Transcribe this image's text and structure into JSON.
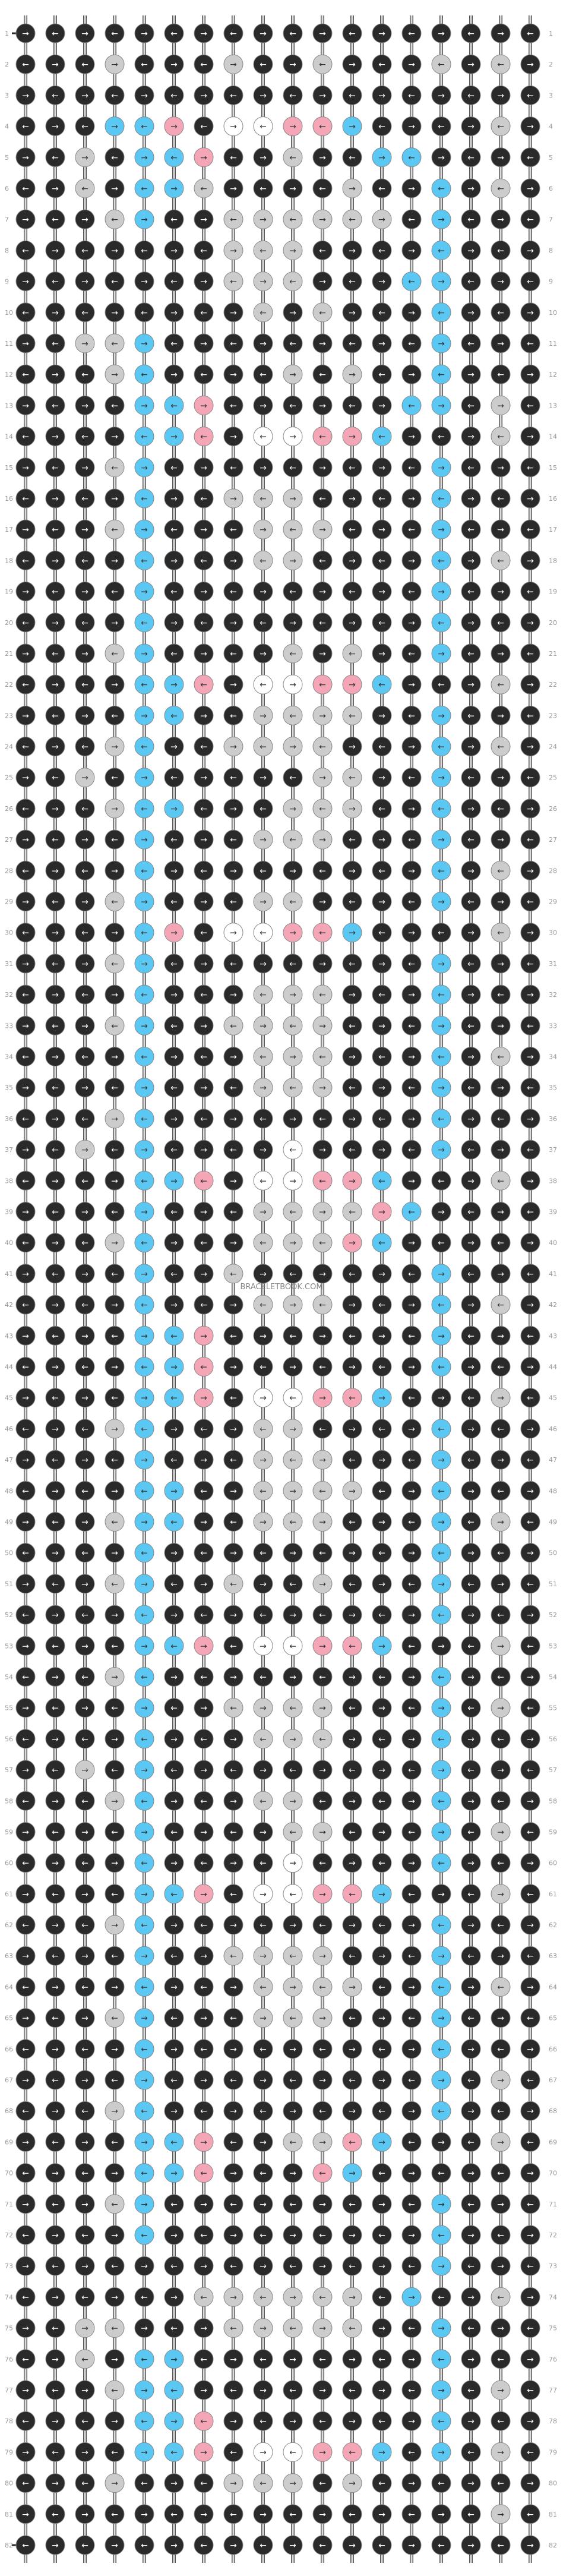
{
  "watermark": "BRACELETBOOK.COM",
  "colors": {
    "black": "#2a2a2a",
    "gray": "#cccccc",
    "blue": "#5ac8f2",
    "pink": "#f4a6b7",
    "white": "#ffffff",
    "row_number": "#999999"
  },
  "pattern": {
    "rows": 82,
    "columns": 18,
    "row_numbers_left": [
      "1",
      "2",
      "3",
      "4",
      "5",
      "6",
      "7",
      "8",
      "9",
      "10",
      "11",
      "12",
      "13",
      "14",
      "15",
      "16",
      "17",
      "18",
      "19",
      "20",
      "21",
      "22",
      "23",
      "24",
      "25",
      "26",
      "27",
      "28",
      "29",
      "30",
      "31",
      "32",
      "33",
      "34",
      "35",
      "36",
      "37",
      "38",
      "39",
      "40",
      "41",
      "42",
      "43",
      "44",
      "45",
      "46",
      "47",
      "48",
      "49",
      "50",
      "51",
      "52",
      "53",
      "54",
      "55",
      "56",
      "57",
      "58",
      "59",
      "60",
      "61",
      "62",
      "63",
      "64",
      "65",
      "66",
      "67",
      "68",
      "69",
      "70",
      "71",
      "72",
      "73",
      "74",
      "75",
      "76",
      "77",
      "78",
      "79",
      "80",
      "81",
      "82"
    ],
    "row_numbers_right": [
      "1",
      "2",
      "3",
      "4",
      "5",
      "6",
      "7",
      "8",
      "9",
      "10",
      "11",
      "12",
      "13",
      "14",
      "15",
      "16",
      "17",
      "18",
      "19",
      "20",
      "21",
      "22",
      "23",
      "24",
      "25",
      "26",
      "27",
      "28",
      "29",
      "30",
      "31",
      "32",
      "33",
      "34",
      "35",
      "36",
      "37",
      "38",
      "39",
      "40",
      "41",
      "42",
      "43",
      "44",
      "45",
      "46",
      "47",
      "48",
      "49",
      "50",
      "51",
      "52",
      "53",
      "54",
      "55",
      "56",
      "57",
      "58",
      "59",
      "60",
      "61",
      "62",
      "63",
      "64",
      "65",
      "66",
      "67",
      "68",
      "69",
      "70",
      "71",
      "72",
      "73",
      "74",
      "75",
      "76",
      "77",
      "78",
      "79",
      "80",
      "81",
      "82"
    ],
    "knots": [
      "kkkkkkkkkkkkkkkkkk",
      "kkkgkkkgkkgkkkgkgk",
      "kkkkkkkkkkkkkkkkkk",
      "kkkbbpkwwppbkkkkgk",
      "kkgkbbpkkgkkbbkkkk",
      "kkgkbbgkkkkgkkbkgk",
      "kkkgbkkggggggkbkkk",
      "kkkkkkkgggkkkkbkkk",
      "kkkkkkkgggkkkbbkkk",
      "kkkkkkkkgkgkkkbkkk",
      "kkggbkkkkkkkkkbkkk",
      "kkkgbkkkkgkgkkbkkk",
      "kkkkbbpkkkkkkbbkgk",
      "kkkkbbpkwwppbkkkgk",
      "kkkgbkkkkkkkkkbkkk",
      "kkkkbkkgggkkkkbkkk",
      "kkkgbkkkgggkkkbkkk",
      "kkkkbkkkggkkkkbkgk",
      "kkkkbkkkkkkkkkbkkk",
      "kkkkbkkkkkkkkkbkkk",
      "kkkgbkkkkgkgkkbkkk",
      "kkkkbbpkwwppbkkkgk",
      "kkkkbbkkggggkkbkkk",
      "kkkgbkkggggkkkbkgk",
      "kkgkbkkkkkggkkbkkk",
      "kkkgbbkkkgggkkbkkk",
      "kkkkbkkkgggkkkbkkk",
      "kkkkbkkkkkkkkkbkgk",
      "kkkgbkkkggkkkkbkkk",
      "kkkkbpkwwppbkkkkgk",
      "kkkgbkkkkkkkkkbkkk",
      "kkkkbkkkgggkkkbkkk",
      "kkkgbkkggggkkkbkkk",
      "kkkkbkkkgggkkkbkgk",
      "kkkkbkkkgggkkkbkkk",
      "kkkgbkkkkkkkkkbkkk",
      "kkgkbkkkkwkkkkbkkk",
      "kkkkbbpkwwppbkkkgk",
      "kkkkbkkkggggpbkkkk",
      "kkkgbkkkgggpbkkkkk",
      "kkkkbkkgkkkkkkbkkk",
      "kkkkbkkkgggkkkbkgk",
      "kkkkbbpkkkkkkkbkkk",
      "kkkkbbpkkkkkkkbkkk",
      "kkkkbbpkwwppbkkkgk",
      "kkkgbkkkggkkkkbkkk",
      "kkkkbkkkgggkkkbkkk",
      "kkkkbbkkggggkkbkkk",
      "kkkgbbkkgggkkkbkgk",
      "kkkkbkkkkkkkkkbkkk",
      "kkkgbkkgkkgkkkbkkk",
      "kkkkbkkkkkkkkkbkkk",
      "kkkkbbpkwwppbkkkgk",
      "kkkgbkkkkkkkkkbkkk",
      "kkkkbkkggggkkkbkgk",
      "kkkkbkkkgggkkkbkkk",
      "kkgkbkkkkkkkkkbkkk",
      "kkkgbkkkggkkkkbkkk",
      "kkkkbkkkkggkkkbkgk",
      "kkkkbkkkkwkkkkbkkk",
      "kkkkbbpkwwppbkkkgk",
      "kkkgbkkkkkkkkkbkkk",
      "kkkkbkkggggkkkbkkk",
      "kkkkbkkkggggkkbkgk",
      "kkkgbkkkgggkkkbkkk",
      "kkkkbkkkkkkkkkbkkk",
      "kkkkbkkkkkkkkkbkgk",
      "kkkgbkkkkkkkkkbkkk",
      "kkkkbbpkkggpbkkkgk",
      "kkkkbbpkkkpbkkkkkk",
      "kkkgbkkkkkkkkkbkkk",
      "kkkkbkkkkkkkkkbkkk",
      "kkkkkkkkkkkkkkbkkk",
      "kkkkkkggggggkbkkgk",
      "kkggkkkgggggkkbkkk",
      "kkgkbbkkkkkkkkbkkk",
      "kkkgbbkkkkkkkkbkgk",
      "kkkkbbpkkkkkkkbkkk",
      "kkkkbbpkwwppbkbkgk",
      "kkkgkkkgggkgkkkkkk",
      "kkkkkkkkkkkkkkkkgk",
      "kkkkkkkkkkkkkkkkkk"
    ]
  }
}
